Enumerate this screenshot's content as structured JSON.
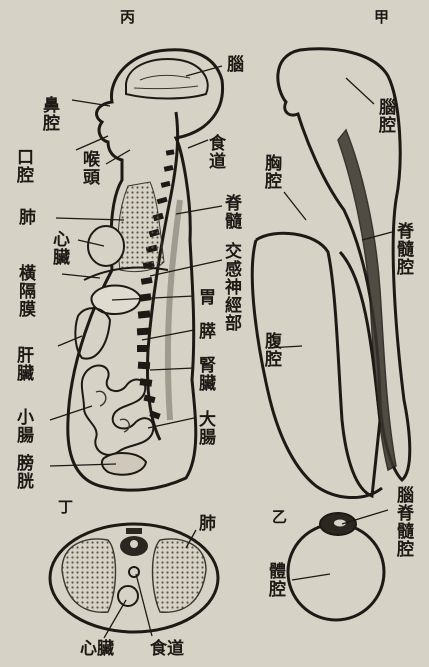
{
  "figure": {
    "panels": {
      "bing": "丙",
      "jia": "甲",
      "yi": "乙",
      "ding": "丁"
    },
    "labels": {
      "brain": "腦",
      "nasal_cavity": "鼻腔",
      "esophagus": "食道",
      "oral_cavity": "口腔",
      "throat": "喉頭",
      "spinal_cord": "脊髓",
      "lung": "肺",
      "heart": "心臟",
      "sympathetic_nerve": "交感神經部",
      "diaphragm": "橫隔膜",
      "stomach": "胃",
      "pancreas": "膵",
      "liver": "肝臟",
      "kidney": "腎臟",
      "small_intestine": "小腸",
      "large_intestine": "大腸",
      "bladder": "膀胱",
      "brain_cavity": "腦腔",
      "chest_cavity": "胸腔",
      "spinal_canal": "脊髓腔",
      "abdominal_cavity": "腹腔",
      "cerebrospinal_cavity": "腦脊髓腔",
      "body_cavity": "體腔",
      "lung_ding": "肺",
      "heart_ding": "心臟",
      "esophagus_ding": "食道"
    }
  }
}
